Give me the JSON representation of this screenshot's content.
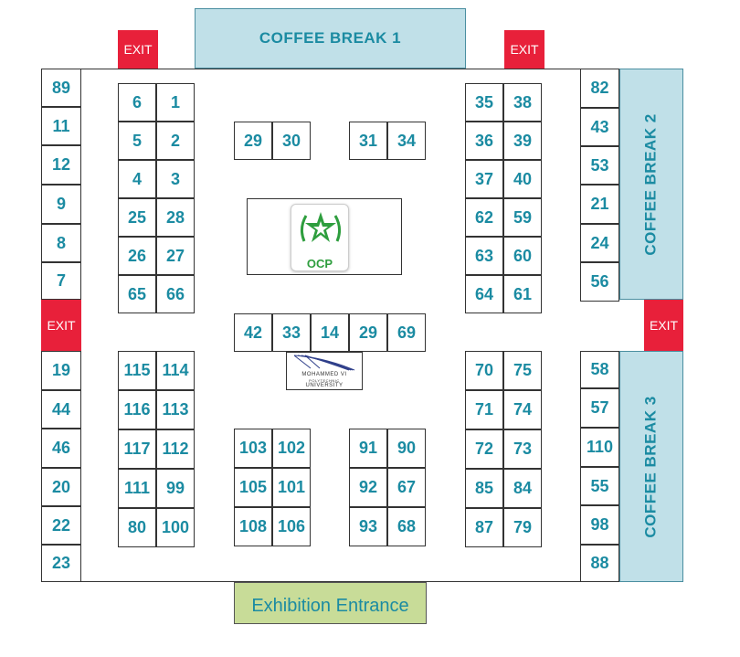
{
  "hall": {
    "coffee_break_1": "COFFEE BREAK 1",
    "coffee_break_2": "COFFEE BREAK 2",
    "coffee_break_3": "COFFEE BREAK 3",
    "exit_label": "EXIT",
    "entrance_label": "Exhibition Entrance"
  },
  "logos": {
    "ocp": "OCP",
    "um6p_line1": "MOHAMMED VI",
    "um6p_line2": "POLYTECHNIC",
    "um6p_line3": "UNIVERSITY"
  },
  "booths": {
    "left_wall": [
      "89",
      "11",
      "12",
      "9",
      "8",
      "7",
      "19",
      "44",
      "46",
      "20",
      "22",
      "23"
    ],
    "right_wall_top": [
      "82",
      "43",
      "53",
      "21",
      "24",
      "56"
    ],
    "right_wall_bottom": [
      "58",
      "57",
      "110",
      "55",
      "98",
      "88"
    ],
    "left_block_top": [
      [
        "6",
        "1"
      ],
      [
        "5",
        "2"
      ],
      [
        "4",
        "3"
      ],
      [
        "25",
        "28"
      ],
      [
        "26",
        "27"
      ],
      [
        "65",
        "66"
      ]
    ],
    "right_block_top": [
      [
        "35",
        "38"
      ],
      [
        "36",
        "39"
      ],
      [
        "37",
        "40"
      ],
      [
        "62",
        "59"
      ],
      [
        "63",
        "60"
      ],
      [
        "64",
        "61"
      ]
    ],
    "pair_a": [
      "29",
      "30"
    ],
    "pair_b": [
      "31",
      "34"
    ],
    "center_row": [
      "42",
      "33",
      "14",
      "29",
      "69"
    ],
    "left_block_bottom": [
      [
        "115",
        "114"
      ],
      [
        "116",
        "113"
      ],
      [
        "117",
        "112"
      ],
      [
        "111",
        "99"
      ],
      [
        "80",
        "100"
      ]
    ],
    "right_block_bottom": [
      [
        "70",
        "75"
      ],
      [
        "71",
        "74"
      ],
      [
        "72",
        "73"
      ],
      [
        "85",
        "84"
      ],
      [
        "87",
        "79"
      ]
    ],
    "mid_block_left": [
      [
        "103",
        "102"
      ],
      [
        "105",
        "101"
      ],
      [
        "108",
        "106"
      ]
    ],
    "mid_block_right": [
      [
        "91",
        "90"
      ],
      [
        "92",
        "67"
      ],
      [
        "93",
        "68"
      ]
    ]
  },
  "colors": {
    "booth_text": "#1b8ba2",
    "coffee_bg": "#c0e0e8",
    "exit_bg": "#e8203a",
    "entrance_bg": "#c8dc98",
    "ocp_green": "#2e9e3e"
  }
}
